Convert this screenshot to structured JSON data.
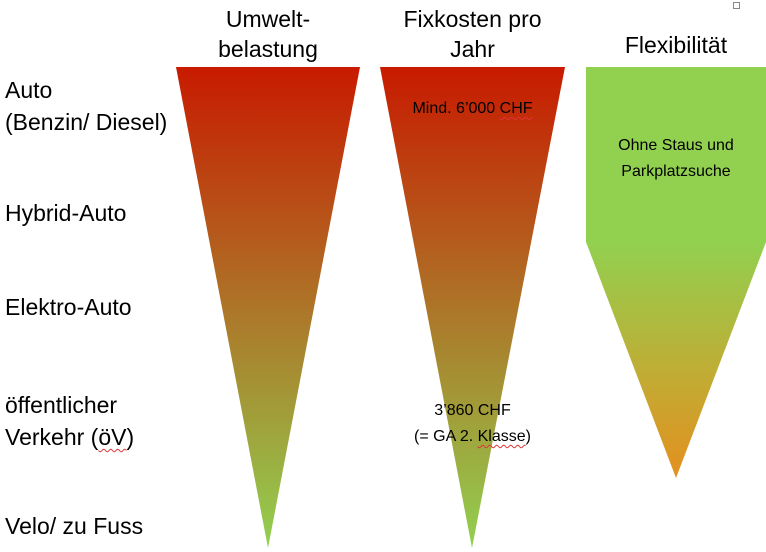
{
  "categories": {
    "auto_line1": "Auto",
    "auto_line2": "(Benzin/ Diesel)",
    "hybrid": "Hybrid-Auto",
    "elektro": "Elektro-Auto",
    "oev_line1": "öffentlicher",
    "oev_line2_prefix": "Verkehr (",
    "oev_line2_abbr": "öV",
    "oev_line2_suffix": ")",
    "velo": "Velo/ zu Fuss"
  },
  "columns": {
    "umwelt": {
      "header_line1": "Umwelt-",
      "header_line2": "belastung"
    },
    "fixkosten": {
      "header_line1": "Fixkosten pro",
      "header_line2": "Jahr",
      "top_note_prefix": "Mind. 6’000 ",
      "top_note_unit": "CHF",
      "bottom_note_line1": "3’860 CHF",
      "bottom_note_line2_prefix": "(= GA 2. ",
      "bottom_note_line2_word": "Klasse",
      "bottom_note_line2_suffix": ")"
    },
    "flex": {
      "header": "Flexibilität",
      "note_line1": "Ohne Staus und",
      "note_line2": "Parkplatzsuche"
    }
  },
  "colors": {
    "red": "#c81a00",
    "green": "#92d050",
    "orange": "#e4901e",
    "spellcheck": "#d33"
  }
}
